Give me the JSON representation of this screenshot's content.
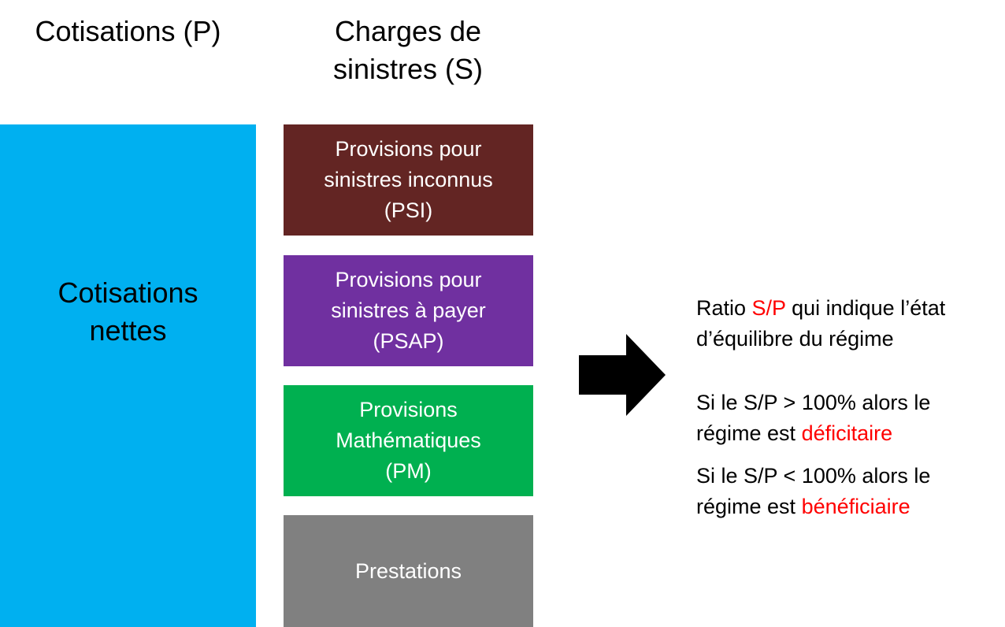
{
  "headers": {
    "premiums": "Cotisations (P)",
    "claims_line1": "Charges de",
    "claims_line2": "sinistres (S)"
  },
  "premiums_block": {
    "line1": "Cotisations",
    "line2": "nettes",
    "color": "#00B0F0"
  },
  "claims_stack": [
    {
      "line1": "Provisions pour",
      "line2": "sinistres inconnus",
      "line3": "(PSI)",
      "color": "#632523"
    },
    {
      "line1": "Provisions pour",
      "line2": "sinistres à payer",
      "line3": "(PSAP)",
      "color": "#7030A0"
    },
    {
      "line1": "Provisions",
      "line2": "Mathématiques",
      "line3": "(PM)",
      "color": "#00B050"
    },
    {
      "line1": "Prestations",
      "color": "#808080"
    }
  ],
  "arrow": {
    "icon": "right-arrow-icon",
    "color": "#000000"
  },
  "explanation": {
    "ratio": {
      "before": "Ratio ",
      "highlight": "S/P",
      "after": " qui indique l’état",
      "line2": "d’équilibre du régime"
    },
    "deficit_rule": {
      "line1": "Si le  S/P > 100% alors le",
      "line2_before": "régime est ",
      "line2_highlight": "déficitaire"
    },
    "surplus_rule": {
      "line1": "Si le  S/P < 100% alors le",
      "line2_before": "régime est ",
      "line2_highlight": "bénéficiaire"
    },
    "highlight_color": "#FF0000"
  }
}
